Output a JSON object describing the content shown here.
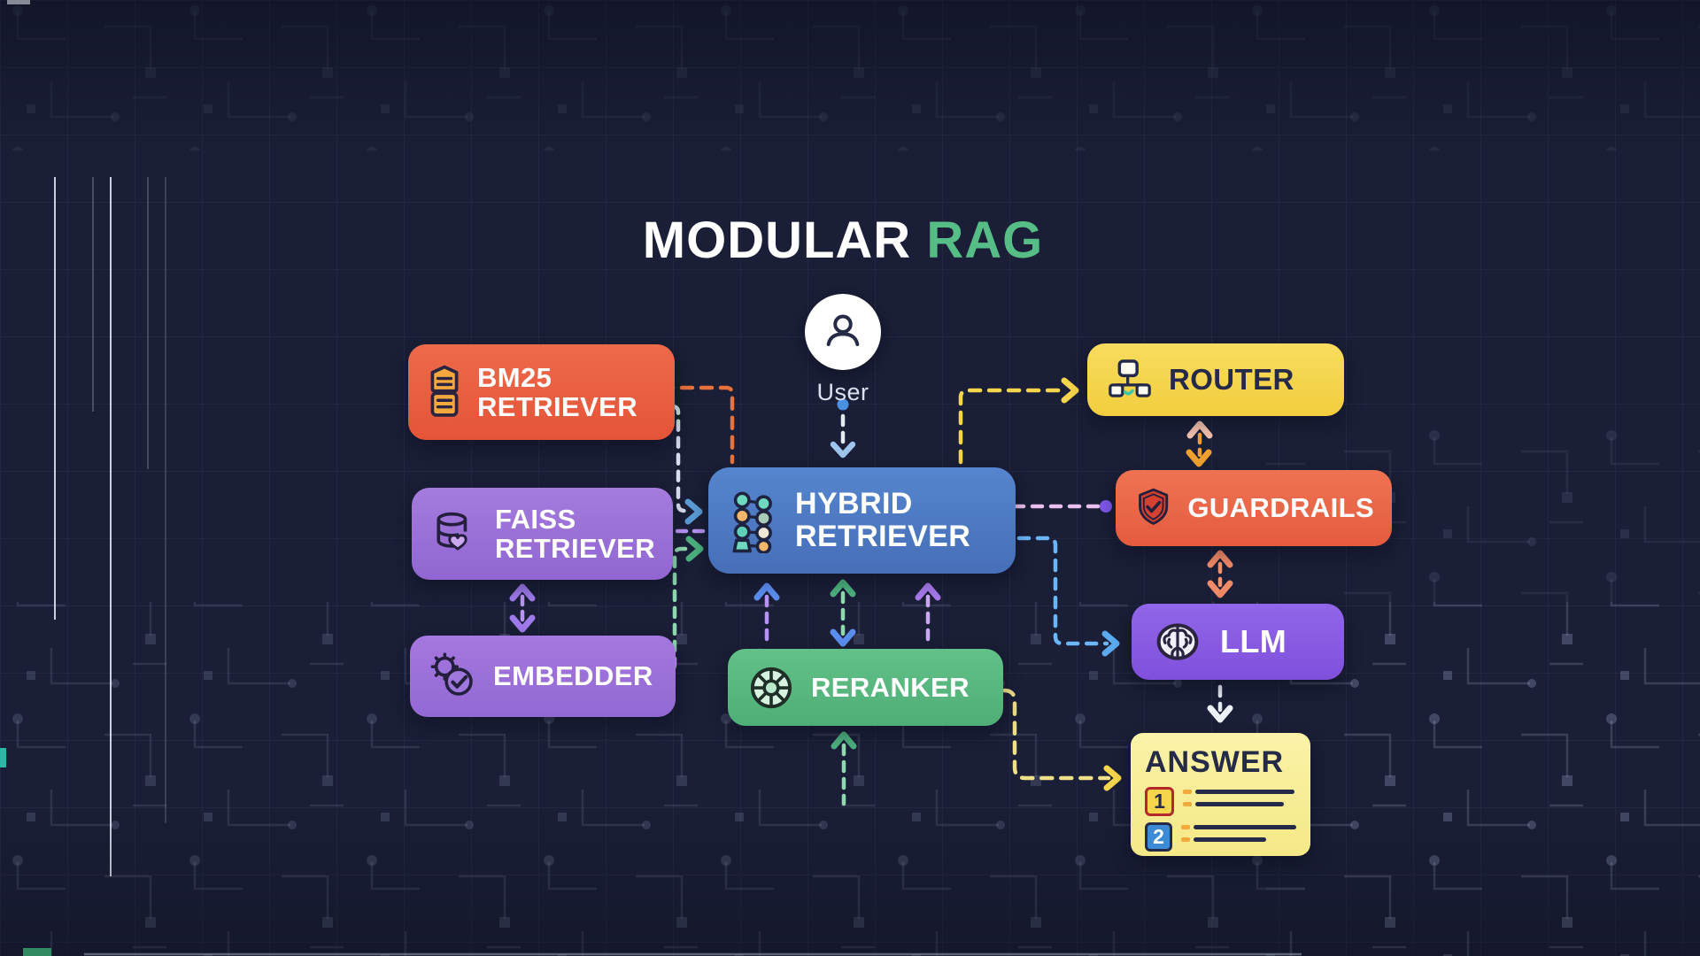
{
  "title": {
    "part1": "MODULAR ",
    "part2": "RAG",
    "part2_color": "#57BD86"
  },
  "background": {
    "base": "#1A1E36",
    "grid": "rgba(160,175,220,0.08)",
    "circuit": "rgba(190,200,235,0.13)"
  },
  "diagram": {
    "nodes": [
      {
        "id": "user",
        "label": "User",
        "type": "actor",
        "icon": "user-icon",
        "color": "#FFFFFF"
      },
      {
        "id": "bm25-retriever",
        "line1": "BM25",
        "line2": "RETRIEVER",
        "icon": "archive-stack-icon",
        "color": "#E85A3E"
      },
      {
        "id": "faiss-retriever",
        "line1": "FAISS",
        "line2": "RETRIEVER",
        "icon": "database-icon",
        "color": "#9B6FD9"
      },
      {
        "id": "embedder",
        "line1": "EMBEDDER",
        "icon": "gear-check-icon",
        "color": "#9C70DA"
      },
      {
        "id": "hybrid-retriever",
        "line1": "HYBRID",
        "line2": "RETRIEVER",
        "icon": "network-nodes-icon",
        "color": "#4C7CC7"
      },
      {
        "id": "reranker",
        "line1": "RERANKER",
        "icon": "wheel-icon",
        "color": "#57B97F"
      },
      {
        "id": "router",
        "line1": "ROUTER",
        "icon": "flowchart-icon",
        "color": "#F5D54C",
        "text_color": "#242A48"
      },
      {
        "id": "guardrails",
        "line1": "GUARDRAILS",
        "icon": "shield-check-icon",
        "color": "#E8604A"
      },
      {
        "id": "llm",
        "line1": "LLM",
        "icon": "brain-icon",
        "color": "#8A5CE0"
      },
      {
        "id": "answer",
        "label": "ANSWER",
        "icon": "numbered-list-icon",
        "color": "#F7ED94",
        "text_color": "#242A48",
        "badges": [
          "1",
          "2"
        ]
      }
    ],
    "edges": [
      {
        "id": "user-to-hybrid",
        "from": "user",
        "to": "hybrid-retriever",
        "style": "dashed",
        "color": "#E6EAF5"
      },
      {
        "id": "bm25-to-hybrid",
        "from": "bm25-retriever",
        "to": "hybrid-retriever",
        "style": "dashed",
        "color": "#E8713C"
      },
      {
        "id": "hybrid-to-bm25",
        "from": "hybrid-retriever",
        "to": "bm25-retriever",
        "style": "dashed",
        "color": "#D8DEF0",
        "bidirectional": true
      },
      {
        "id": "hybrid-to-faiss",
        "from": "hybrid-retriever",
        "to": "faiss-retriever",
        "style": "dashed",
        "color": "#B794F4"
      },
      {
        "id": "hybrid-to-embedder",
        "from": "hybrid-retriever",
        "to": "embedder",
        "style": "dashed",
        "color": "#8FD9B0",
        "bidirectional": true
      },
      {
        "id": "faiss-embedder",
        "from": "faiss-retriever",
        "to": "embedder",
        "style": "dashed",
        "color": "#B794F4",
        "bidirectional": true
      },
      {
        "id": "reranker-to-hybrid-left",
        "from": "reranker",
        "to": "hybrid-retriever",
        "style": "dashed",
        "color": "#B794F4"
      },
      {
        "id": "reranker-hybrid-mid",
        "from": "reranker",
        "to": "hybrid-retriever",
        "style": "dashed",
        "color": "#8FD9B0",
        "bidirectional": true
      },
      {
        "id": "reranker-to-hybrid-right",
        "from": "reranker",
        "to": "hybrid-retriever",
        "style": "dashed",
        "color": "#C9A8F0"
      },
      {
        "id": "inflow-to-reranker",
        "from": "offscreen-bottom",
        "to": "reranker",
        "style": "dashed",
        "color": "#8FD9B0"
      },
      {
        "id": "hybrid-to-router",
        "from": "hybrid-retriever",
        "to": "router",
        "style": "dashed",
        "color": "#F5D54C"
      },
      {
        "id": "router-guardrails",
        "from": "router",
        "to": "guardrails",
        "style": "dashed",
        "color": "#F0A030",
        "bidirectional": true
      },
      {
        "id": "guardrails-to-hybrid",
        "from": "guardrails",
        "to": "hybrid-retriever",
        "style": "dashed",
        "color": "#ECC0EE"
      },
      {
        "id": "guardrails-llm",
        "from": "guardrails",
        "to": "llm",
        "style": "dashed",
        "color": "#F08A68",
        "bidirectional": true
      },
      {
        "id": "hybrid-llm",
        "from": "hybrid-retriever",
        "to": "llm",
        "style": "dashed",
        "color": "#6BB6F8",
        "bidirectional": true
      },
      {
        "id": "llm-to-answer",
        "from": "llm",
        "to": "answer",
        "style": "dashed",
        "color": "#F0F2FA"
      },
      {
        "id": "reranker-to-answer",
        "from": "reranker",
        "to": "answer",
        "style": "dashed",
        "color": "#F0E08A"
      }
    ]
  }
}
